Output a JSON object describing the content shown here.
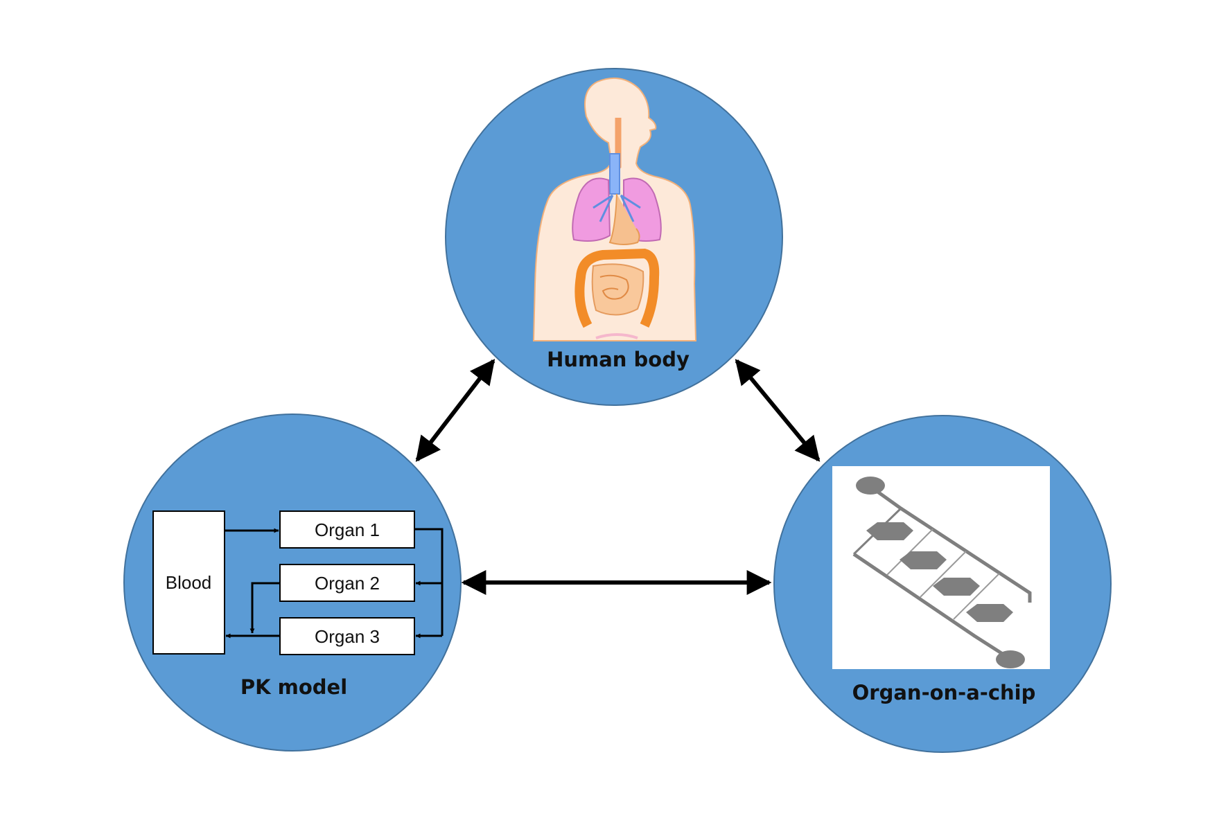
{
  "nodes": {
    "human_body": {
      "label": "Human body"
    },
    "pk_model": {
      "label": "PK model",
      "blood": "Blood",
      "organs": [
        "Organ 1",
        "Organ 2",
        "Organ 3"
      ]
    },
    "organ_chip": {
      "label": "Organ-on-a-chip"
    }
  },
  "colors": {
    "circle_fill": "#5b9bd5",
    "circle_stroke": "#41719c",
    "arrow": "#000000"
  }
}
